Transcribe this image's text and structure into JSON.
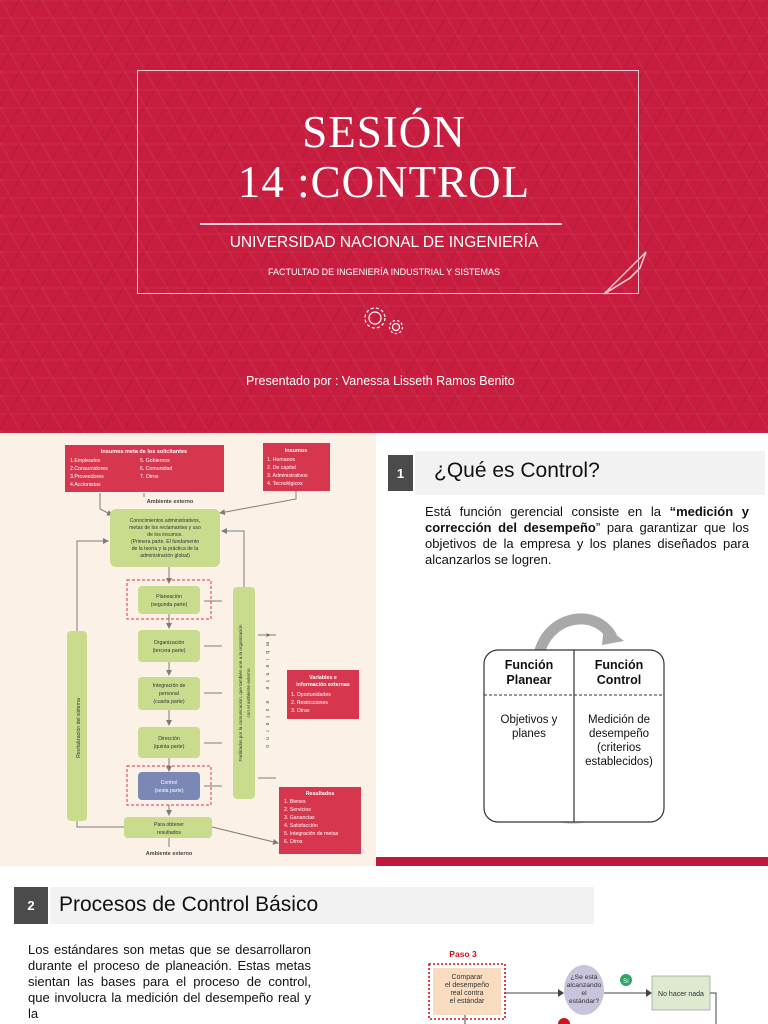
{
  "slide1": {
    "title_line1": "SESIÓN",
    "title_line2": "14 :CONTROL",
    "university": "UNIVERSIDAD NACIONAL DE INGENIERÍA",
    "faculty": "FACTULTAD DE INGENIERÍA INDUSTRIAL Y SISTEMAS",
    "presented_by": "Presentado por : Vanessa Lisseth Ramos Benito",
    "icon": "gears-icon",
    "colors": {
      "background": "#c81d3f",
      "text": "#ffffff"
    }
  },
  "slide2": {
    "number": "1",
    "title": "¿Qué es Control?",
    "paragraph_pre": "Está función gerencial consiste en la ",
    "paragraph_bold": "“medición y corrección del desempeño",
    "paragraph_post": "” para garantizar que los objetivos de la empresa y los planes diseñados para alcanzarlos se logren.",
    "cycle": {
      "left_heading_1": "Función",
      "left_heading_2": "Planear",
      "right_heading_1": "Función",
      "right_heading_2": "Control",
      "left_body": [
        "Objetivos y",
        "planes"
      ],
      "right_body": [
        "Medición de",
        "desempeño",
        "(criterios",
        "establecidos)"
      ]
    },
    "diagram": {
      "box_insumos_meta_title": "Insumos meta de los solicitantes",
      "insumos_meta_left": [
        "1.Empleados",
        "2.Consumidores",
        "3.Proveedores",
        "4.Accionistas"
      ],
      "insumos_meta_right": [
        "5. Gobiernos",
        "6. Comunidad",
        "7. Otros"
      ],
      "box_insumos_title": "Insumos",
      "insumos": [
        "1. Humanos",
        "2. De capital",
        "3. Administrativos",
        "4. Tecnológicos"
      ],
      "ambiente_externo": "Ambiente externo",
      "conocimientos": [
        "Conocimientos administrativos,",
        "metas de los reclamantes y uso",
        "de los insumos.",
        "(Primera parte. El fundamento",
        "de la teoría y la práctica de la",
        "administración global)"
      ],
      "planeacion": [
        "Planeación",
        "(segunda parte)"
      ],
      "organizacion": [
        "Organización",
        "(tercera parte)"
      ],
      "integracion": [
        "Integración de",
        "personal",
        "(cuarta parte)"
      ],
      "direccion": [
        "Dirección",
        "(quinta parte)"
      ],
      "control": [
        "Control",
        "(sexta parte)"
      ],
      "obtener": [
        "Para obtener",
        "resultados"
      ],
      "ambiente_externo_bottom": "Ambiente externo",
      "revitalizacion": "Revitalización del sistema",
      "facilitados": [
        "Facilitados por la comunicación, que también une a la organización",
        "con el ambiente externo"
      ],
      "ambiente_vertical": "Ambiente externo",
      "variables_title": [
        "Variables e",
        "información externas"
      ],
      "variables": [
        "1. Oportunidades",
        "2. Restricciones",
        "3. Otras"
      ],
      "resultados_title": "Resultados",
      "resultados": [
        "1. Bienes",
        "2. Servicios",
        "3. Ganancias",
        "4. Satisfacción",
        "5. Integración de metas",
        "6. Otros"
      ]
    }
  },
  "slide3": {
    "number": "2",
    "title": "Procesos de Control Básico",
    "paragraph": "Los estándares son metas que se desarrollaron durante el proceso de planeación. Estas metas sientan las bases para el proceso de control, que involucra la medición del desempeño real y la",
    "flow": {
      "paso": "Paso 3",
      "compare": [
        "Comparar",
        "el desempeño",
        "real contra",
        "el estándar"
      ],
      "question": [
        "¿Se está",
        "alcanzando",
        "el",
        "estándar?"
      ],
      "yes_badge": "Sí",
      "do_nothing": "No hacer nada"
    },
    "colors": {
      "accent": "#c2173d",
      "paso": "#d4141c"
    }
  }
}
